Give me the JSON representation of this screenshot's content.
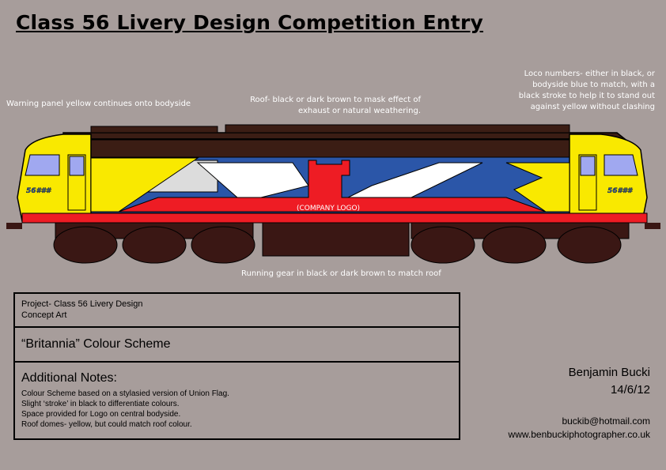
{
  "title": "Class 56 Livery Design Competition Entry",
  "annotations": {
    "warning_panel": "Warning panel yellow continues onto bodyside",
    "roof_line1": "Roof- black or dark brown to mask effect of",
    "roof_line2": "exhaust or natural weathering.",
    "numbers_line1": "Loco numbers- either in black, or",
    "numbers_line2": "bodyside blue to match, with a",
    "numbers_line3": "black stroke to help it to stand out",
    "numbers_line4": "against yellow without clashing",
    "running_gear": "Running gear in black or dark brown to match roof"
  },
  "locomotive": {
    "number_left": "56###",
    "number_right": "56###",
    "logo_placeholder": "(COMPANY LOGO)",
    "colors": {
      "yellow": "#f9e900",
      "blue": "#2b56a8",
      "red": "#ee1c24",
      "white": "#ffffff",
      "roof": "#3b1d14",
      "wheels": "#3a1714"
    }
  },
  "project_box": {
    "line1": "Project- Class 56 Livery Design",
    "line2": "Concept Art"
  },
  "scheme_box": {
    "name": "“Britannia” Colour Scheme"
  },
  "notes_box": {
    "heading": "Additional Notes:",
    "notes": [
      "Colour Scheme based on a stylasied version of Union Flag.",
      "Slight ‘stroke’ in black to differentiate colours.",
      "Space provided for Logo on central bodyside.",
      "Roof domes- yellow, but could match roof colour."
    ]
  },
  "author": {
    "name": "Benjamin Bucki",
    "date": "14/6/12",
    "email": "buckib@hotmail.com",
    "website": "www.benbuckiphotographer.co.uk"
  }
}
